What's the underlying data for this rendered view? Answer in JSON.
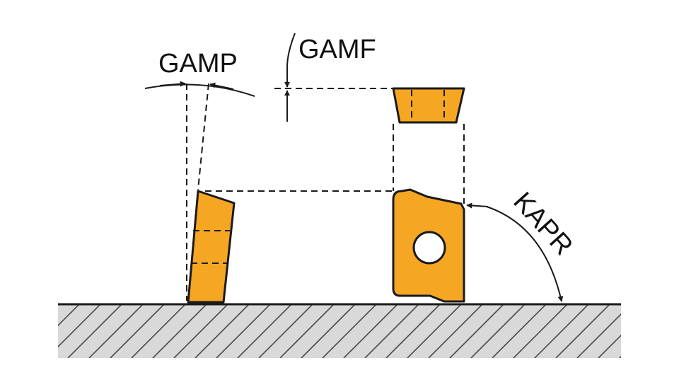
{
  "labels": {
    "gamp": "GAMP",
    "gamf": "GAMF",
    "kapr": "KAPR"
  },
  "colors": {
    "insert_fill": "#F5A623",
    "outline": "#1a1a1a",
    "ground_fill": "#d9d9d9",
    "hatch": "#4a4a4a",
    "background": "#ffffff"
  }
}
